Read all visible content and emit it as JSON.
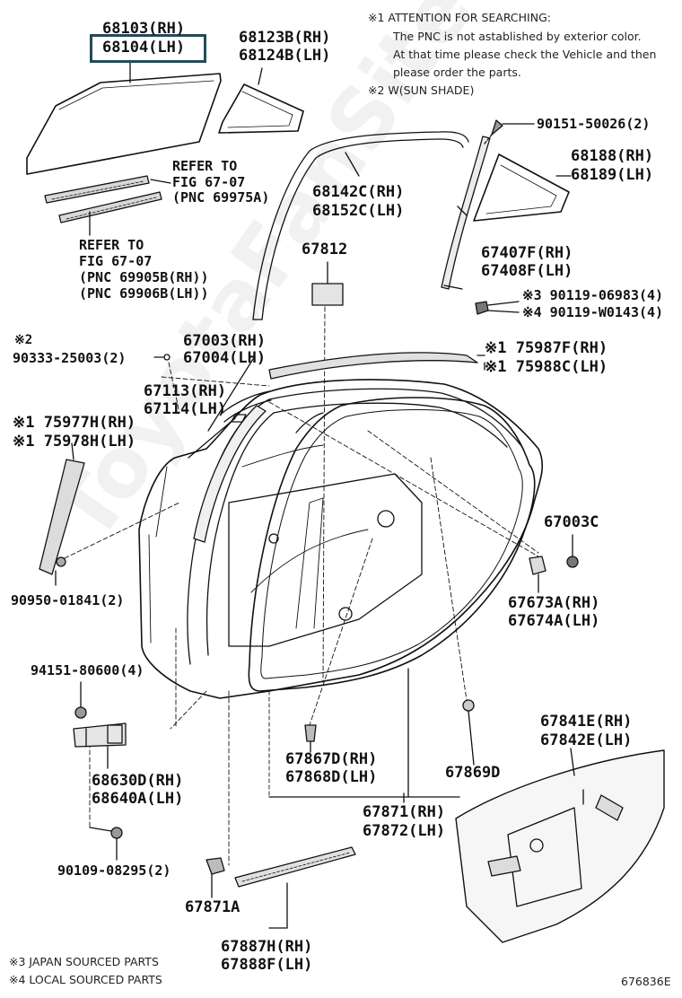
{
  "attention": {
    "line1": "※1 ATTENTION FOR SEARCHING:",
    "line2": "The PNC is not astablished by exterior color.",
    "line3": "At that time please check the Vehicle and then",
    "line4": "please order the parts.",
    "line5": "※2 W(SUN SHADE)"
  },
  "parts": {
    "p68103": "68103(RH)",
    "p68104": "68104(LH)",
    "p68123b": "68123B(RH)",
    "p68124b": "68124B(LH)",
    "p90151": "90151-50026(2)",
    "p68188": "68188(RH)",
    "p68189": "68189(LH)",
    "refer1_a": "REFER TO",
    "refer1_b": "FIG 67-07",
    "refer1_c": "(PNC 69975A)",
    "p68142c": "68142C(RH)",
    "p68152c": "68152C(LH)",
    "refer2_a": "REFER TO",
    "refer2_b": "FIG 67-07",
    "refer2_c": "(PNC 69905B(RH))",
    "refer2_d": "(PNC 69906B(LH))",
    "p67812": "67812",
    "p67407f": "67407F(RH)",
    "p67408f": "67408F(LH)",
    "p90119a": "※3 90119-06983(4)",
    "p90119b": "※4 90119-W0143(4)",
    "p90333_mark": "※2",
    "p90333": "90333-25003(2)",
    "p67003": "67003(RH)",
    "p67004": "67004(LH)",
    "p75987f": "※1 75987F(RH)",
    "p75988c": "※1 75988C(LH)",
    "p67113": "67113(RH)",
    "p67114": "67114(LH)",
    "p75977h": "※1 75977H(RH)",
    "p75978h": "※1 75978H(LH)",
    "p67003c": "67003C",
    "p90950": "90950-01841(2)",
    "p67673a": "67673A(RH)",
    "p67674a": "67674A(LH)",
    "p94151": "94151-80600(4)",
    "p67841e": "67841E(RH)",
    "p67842e": "67842E(LH)",
    "p67867d": "67867D(RH)",
    "p67868d": "67868D(LH)",
    "p67869d": "67869D",
    "p68630d": "68630D(RH)",
    "p68640a": "68640A(LH)",
    "p67871": "67871(RH)",
    "p67872": "67872(LH)",
    "p90109": "90109-08295(2)",
    "p67871a": "67871A",
    "p67887h": "67887H(RH)",
    "p67888f": "67888F(LH)"
  },
  "footer": {
    "japan": "※3  JAPAN SOURCED PARTS",
    "local": "※4  LOCAL SOURCED PARTS",
    "code": "676836E"
  },
  "watermark": "ToyotaFanSite.ru",
  "colors": {
    "ink": "#111111",
    "highlight": "#244a59",
    "background": "#ffffff"
  }
}
